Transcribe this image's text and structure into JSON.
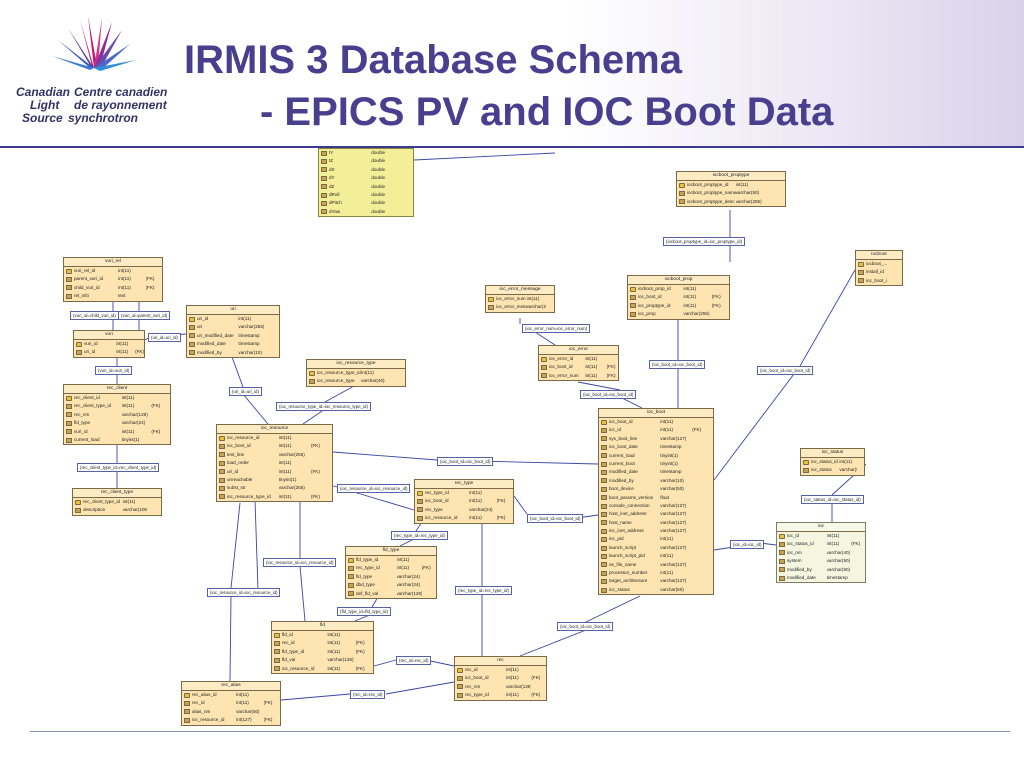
{
  "title": {
    "line1": "IRMIS 3 Database Schema",
    "line2": "- EPICS PV and IOC Boot Data"
  },
  "logo": {
    "en_line1": "Canadian",
    "en_line2": "Light",
    "en_line3": "Source",
    "fr_line1": "Centre canadien",
    "fr_line2": "de rayonnement",
    "fr_line3": "synchrotron"
  },
  "colors": {
    "title": "#4a3e8f",
    "table_fill": "#fde4b0",
    "table_yellow_fill": "#f3ef98",
    "relation_line": "#3a46a8"
  },
  "tables": [
    {
      "id": "frag_yellow",
      "title": "",
      "rows": [
        [
          "tY",
          "double",
          ""
        ],
        [
          "tZ",
          "double",
          ""
        ],
        [
          "dX",
          "double",
          ""
        ],
        [
          "dY",
          "double",
          ""
        ],
        [
          "dZ",
          "double",
          ""
        ],
        [
          "dRoll",
          "double",
          ""
        ],
        [
          "dPitch",
          "double",
          ""
        ],
        [
          "dYaw",
          "double",
          ""
        ]
      ]
    },
    {
      "id": "iocboot_prop_type",
      "title": "iocboot_proptype",
      "rows": [
        [
          "iocboot_proptype_id",
          "int(11)",
          ""
        ],
        [
          "iocboot_proptype_name",
          "varchar(50)",
          ""
        ],
        [
          "iocboot_proptype_desc",
          "varchar(255)",
          ""
        ]
      ]
    },
    {
      "id": "vuri_rel",
      "title": "vuri_rel",
      "rows": [
        [
          "vuri_rel_id",
          "int(11)",
          ""
        ],
        [
          "parent_vuri_id",
          "int(11)",
          "(FK)"
        ],
        [
          "child_vuri_id",
          "int(11)",
          "(FK)"
        ],
        [
          "rel_info",
          "text",
          ""
        ]
      ]
    },
    {
      "id": "ioc_error_message",
      "title": "ioc_error_message",
      "rows": [
        [
          "ioc_error_num",
          "int(11)",
          ""
        ],
        [
          "ioc_error_message",
          "varchar(250)",
          ""
        ]
      ]
    },
    {
      "id": "iocboot_prop",
      "title": "iocboot_prop",
      "rows": [
        [
          "iocboot_prop_id",
          "int(11)",
          ""
        ],
        [
          "ioc_boot_id",
          "int(11)",
          "(FK)"
        ],
        [
          "ioc_proptype_id",
          "int(11)",
          "(FK)"
        ],
        [
          "ioc_prop",
          "varchar(255)",
          ""
        ]
      ]
    },
    {
      "id": "iocboot_frag",
      "title": "iocboot",
      "rows": [
        [
          "iocboot_...install_...",
          "",
          " "
        ],
        [
          "install_id",
          "",
          ""
        ],
        [
          "ioc_boot_id",
          "",
          ""
        ]
      ]
    },
    {
      "id": "uri",
      "title": "uri",
      "rows": [
        [
          "uri_id",
          "int(11)",
          ""
        ],
        [
          "uri",
          "varchar(255)",
          ""
        ],
        [
          "uri_modified_date",
          "timestamp",
          ""
        ],
        [
          "modified_date",
          "timestamp",
          ""
        ],
        [
          "modified_by",
          "varchar(10)",
          ""
        ]
      ]
    },
    {
      "id": "vuri",
      "title": "vuri",
      "rows": [
        [
          "vuri_id",
          "int(11)",
          ""
        ],
        [
          "uri_id",
          "int(11)",
          "(FK)"
        ]
      ]
    },
    {
      "id": "ioc_error",
      "title": "ioc_error",
      "rows": [
        [
          "ioc_error_id",
          "int(11)",
          ""
        ],
        [
          "ioc_boot_id",
          "int(11)",
          "(FK)"
        ],
        [
          "ioc_error_num",
          "int(11)",
          "(FK)"
        ]
      ]
    },
    {
      "id": "ioc_resource_type",
      "title": "ioc_resource_type",
      "rows": [
        [
          "ioc_resource_type_id",
          "int(11)",
          ""
        ],
        [
          "ioc_resource_type",
          "varchar(40)",
          ""
        ]
      ]
    },
    {
      "id": "rec_client",
      "title": "rec_client",
      "rows": [
        [
          "rec_client_id",
          "int(11)",
          ""
        ],
        [
          "rec_client_type_id",
          "int(11)",
          "(FK)"
        ],
        [
          "rec_nm",
          "varchar(128)",
          ""
        ],
        [
          "fld_type",
          "varchar(24)",
          ""
        ],
        [
          "vuri_id",
          "int(11)",
          "(FK)"
        ],
        [
          "current_load",
          "tinyint(1)",
          ""
        ]
      ]
    },
    {
      "id": "ioc_resource",
      "title": "ioc_resource",
      "rows": [
        [
          "ioc_resource_id",
          "int(11)",
          ""
        ],
        [
          "ioc_boot_id",
          "int(11)",
          "(FK)"
        ],
        [
          "text_line",
          "varchar(255)",
          ""
        ],
        [
          "load_order",
          "int(11)",
          ""
        ],
        [
          "uri_id",
          "int(11)",
          "(FK)"
        ],
        [
          "unreachable",
          "tinyint(1)",
          ""
        ],
        [
          "subst_str",
          "varchar(255)",
          ""
        ],
        [
          "ioc_resource_type_id",
          "int(11)",
          "(FK)"
        ]
      ]
    },
    {
      "id": "ioc_boot",
      "title": "ioc_boot",
      "rows": [
        [
          "ioc_boot_id",
          "int(11)",
          ""
        ],
        [
          "ioc_id",
          "int(11)",
          "(FK)"
        ],
        [
          "sys_boot_line",
          "varchar(127)",
          ""
        ],
        [
          "ioc_boot_date",
          "timestamp",
          ""
        ],
        [
          "current_load",
          "tinyint(1)",
          ""
        ],
        [
          "current_boot",
          "tinyint(1)",
          ""
        ],
        [
          "modified_date",
          "timestamp",
          ""
        ],
        [
          "modified_by",
          "varchar(10)",
          ""
        ],
        [
          "boot_device",
          "varchar(50)",
          ""
        ],
        [
          "boot_params_version",
          "float",
          ""
        ],
        [
          "console_connection",
          "varchar(127)",
          ""
        ],
        [
          "host_inet_address",
          "varchar(127)",
          ""
        ],
        [
          "host_name",
          "varchar(127)",
          ""
        ],
        [
          "ioc_inet_address",
          "varchar(127)",
          ""
        ],
        [
          "ioc_pid",
          "int(11)",
          ""
        ],
        [
          "launch_script",
          "varchar(127)",
          ""
        ],
        [
          "launch_script_pid",
          "int(11)",
          ""
        ],
        [
          "os_file_name",
          "varchar(127)",
          ""
        ],
        [
          "processor_number",
          "int(11)",
          ""
        ],
        [
          "target_architecture",
          "varchar(127)",
          ""
        ],
        [
          "ioc_status",
          "varchar(50)",
          ""
        ]
      ]
    },
    {
      "id": "ioc_status",
      "title": "ioc_status",
      "rows": [
        [
          "ioc_status_id",
          "int(11)",
          ""
        ],
        [
          "ioc_status",
          "varchar(50)",
          ""
        ]
      ]
    },
    {
      "id": "rec_client_type",
      "title": "rec_client_type",
      "rows": [
        [
          "rec_client_type_id",
          "int(11)",
          ""
        ],
        [
          "description",
          "varchar(100)",
          ""
        ]
      ]
    },
    {
      "id": "rec_type",
      "title": "rec_type",
      "rows": [
        [
          "rec_type_id",
          "int(11)",
          ""
        ],
        [
          "ioc_boot_id",
          "int(11)",
          "(FK)"
        ],
        [
          "rec_type",
          "varchar(24)",
          ""
        ],
        [
          "ioc_resource_id",
          "int(11)",
          "(FK)"
        ]
      ]
    },
    {
      "id": "ioc",
      "title": "ioc",
      "rows": [
        [
          "ioc_id",
          "int(11)",
          ""
        ],
        [
          "ioc_status_id",
          "int(11)",
          "(FK)"
        ],
        [
          "ioc_nm",
          "varchar(40)",
          ""
        ],
        [
          "system",
          "varchar(50)",
          ""
        ],
        [
          "modified_by",
          "varchar(50)",
          ""
        ],
        [
          "modified_date",
          "timestamp",
          ""
        ]
      ]
    },
    {
      "id": "fld_type",
      "title": "fld_type",
      "rows": [
        [
          "fld_type_id",
          "int(11)",
          ""
        ],
        [
          "rec_type_id",
          "int(11)",
          "(FK)"
        ],
        [
          "fld_type",
          "varchar(24)",
          ""
        ],
        [
          "dbd_type",
          "varchar(24)",
          ""
        ],
        [
          "def_fld_val",
          "varchar(128)",
          ""
        ]
      ]
    },
    {
      "id": "fld",
      "title": "fld",
      "rows": [
        [
          "fld_id",
          "int(11)",
          ""
        ],
        [
          "rec_id",
          "int(11)",
          "(FK)"
        ],
        [
          "fld_type_id",
          "int(11)",
          "(FK)"
        ],
        [
          "fld_val",
          "varchar(128)",
          ""
        ],
        [
          "ioc_resource_id",
          "int(11)",
          "(FK)"
        ]
      ]
    },
    {
      "id": "rec",
      "title": "rec",
      "rows": [
        [
          "rec_id",
          "int(11)",
          ""
        ],
        [
          "ioc_boot_id",
          "int(11)",
          "(FK)"
        ],
        [
          "rec_nm",
          "varchar(128)",
          ""
        ],
        [
          "rec_type_id",
          "int(11)",
          "(FK)"
        ]
      ]
    },
    {
      "id": "rec_alias",
      "title": "rec_alias",
      "rows": [
        [
          "rec_alias_id",
          "int(11)",
          ""
        ],
        [
          "rec_id",
          "int(11)",
          "(FK)"
        ],
        [
          "alias_nm",
          "varchar(50)",
          ""
        ],
        [
          "ioc_resource_id",
          "int(127)",
          "(FK)"
        ]
      ]
    }
  ],
  "relation_labels": [
    {
      "id": "r1",
      "text": "(iocboot_proptype_id=ioc_proptype_id)"
    },
    {
      "id": "r2",
      "text": "(vuri_id=child_vuri_id)"
    },
    {
      "id": "r3",
      "text": "(vuri_id=parent_vuri_id)"
    },
    {
      "id": "r4",
      "text": "(ioc_error_num=ioc_error_num)"
    },
    {
      "id": "r5",
      "text": "(uri_id=uri_id)"
    },
    {
      "id": "r6",
      "text": "(ioc_boot_id=ioc_boot_id)"
    },
    {
      "id": "r7",
      "text": "(ioc_boot_id=ioc_boot_id)"
    },
    {
      "id": "r8",
      "text": "(vuri_id=vuri_id)"
    },
    {
      "id": "r9",
      "text": "(ioc_boot_id=ioc_boot_id)"
    },
    {
      "id": "r10",
      "text": "(uri_id=uri_id)"
    },
    {
      "id": "r11",
      "text": "(ioc_resource_type_id=ioc_resource_type_id)"
    },
    {
      "id": "r12",
      "text": "(ioc_boot_id=ioc_boot_id)"
    },
    {
      "id": "r13",
      "text": "(rec_client_type_id=rec_client_type_id)"
    },
    {
      "id": "r14",
      "text": "(ioc_resource_id=ioc_resource_id)"
    },
    {
      "id": "r15",
      "text": "(ioc_boot_id=ioc_boot_id)"
    },
    {
      "id": "r16",
      "text": "(ioc_status_id=ioc_status_id)"
    },
    {
      "id": "r17",
      "text": "(rec_type_id=rec_type_id)"
    },
    {
      "id": "r18",
      "text": "(ioc_id=ioc_id)"
    },
    {
      "id": "r19",
      "text": "(ioc_resource_id=ioc_resource_id)"
    },
    {
      "id": "r20",
      "text": "(rec_type_id=rec_type_id)"
    },
    {
      "id": "r21",
      "text": "(ioc_resource_id=ioc_resource_id)"
    },
    {
      "id": "r22",
      "text": "(fld_type_id=fld_type_id)"
    },
    {
      "id": "r23",
      "text": "(ioc_boot_id=ioc_boot_id)"
    },
    {
      "id": "r24",
      "text": "(rec_id=rec_id)"
    },
    {
      "id": "r25",
      "text": "(rec_id=rec_id)"
    }
  ]
}
